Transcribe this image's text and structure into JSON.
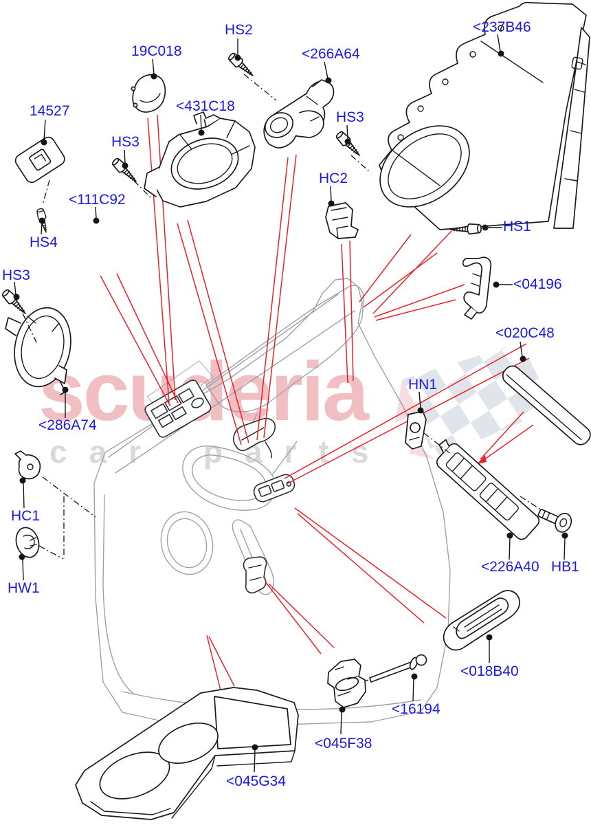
{
  "diagram": {
    "type": "exploded-parts-diagram",
    "subject": "front-door-interior-trim",
    "watermark": {
      "brand": "scuderia",
      "subtitle": "car parts"
    },
    "labels": [
      {
        "id": "19C018",
        "text": "19C018"
      },
      {
        "id": "HS2",
        "text": "HS2"
      },
      {
        "id": "266A64",
        "text": "<266A64"
      },
      {
        "id": "237B46",
        "text": "<237B46"
      },
      {
        "id": "14527",
        "text": "14527"
      },
      {
        "id": "431C18",
        "text": "<431C18"
      },
      {
        "id": "HS3-b",
        "text": "HS3"
      },
      {
        "id": "HS3-c",
        "text": "HS3"
      },
      {
        "id": "HC2",
        "text": "HC2"
      },
      {
        "id": "111C92",
        "text": "<111C92"
      },
      {
        "id": "HS4",
        "text": "HS4"
      },
      {
        "id": "HS1",
        "text": "HS1"
      },
      {
        "id": "HS3-a",
        "text": "HS3"
      },
      {
        "id": "04196",
        "text": "<04196"
      },
      {
        "id": "020C48",
        "text": "<020C48"
      },
      {
        "id": "HN1",
        "text": "HN1"
      },
      {
        "id": "286A74",
        "text": "<286A74"
      },
      {
        "id": "HC1",
        "text": "HC1"
      },
      {
        "id": "HW1",
        "text": "HW1"
      },
      {
        "id": "226A40",
        "text": "<226A40"
      },
      {
        "id": "HB1",
        "text": "HB1"
      },
      {
        "id": "018B40",
        "text": "<018B40"
      },
      {
        "id": "16194",
        "text": "<16194"
      },
      {
        "id": "045F38",
        "text": "<045F38"
      },
      {
        "id": "045G34",
        "text": "<045G34"
      }
    ]
  },
  "colors": {
    "label": "#1b1be0",
    "callout": "#ea2029",
    "leader": "#151515",
    "panel": "#9aa2ab",
    "wm-pink": "#efb3b8",
    "wm-gray": "#d9d9d9",
    "checker": "#c6cfdc"
  }
}
